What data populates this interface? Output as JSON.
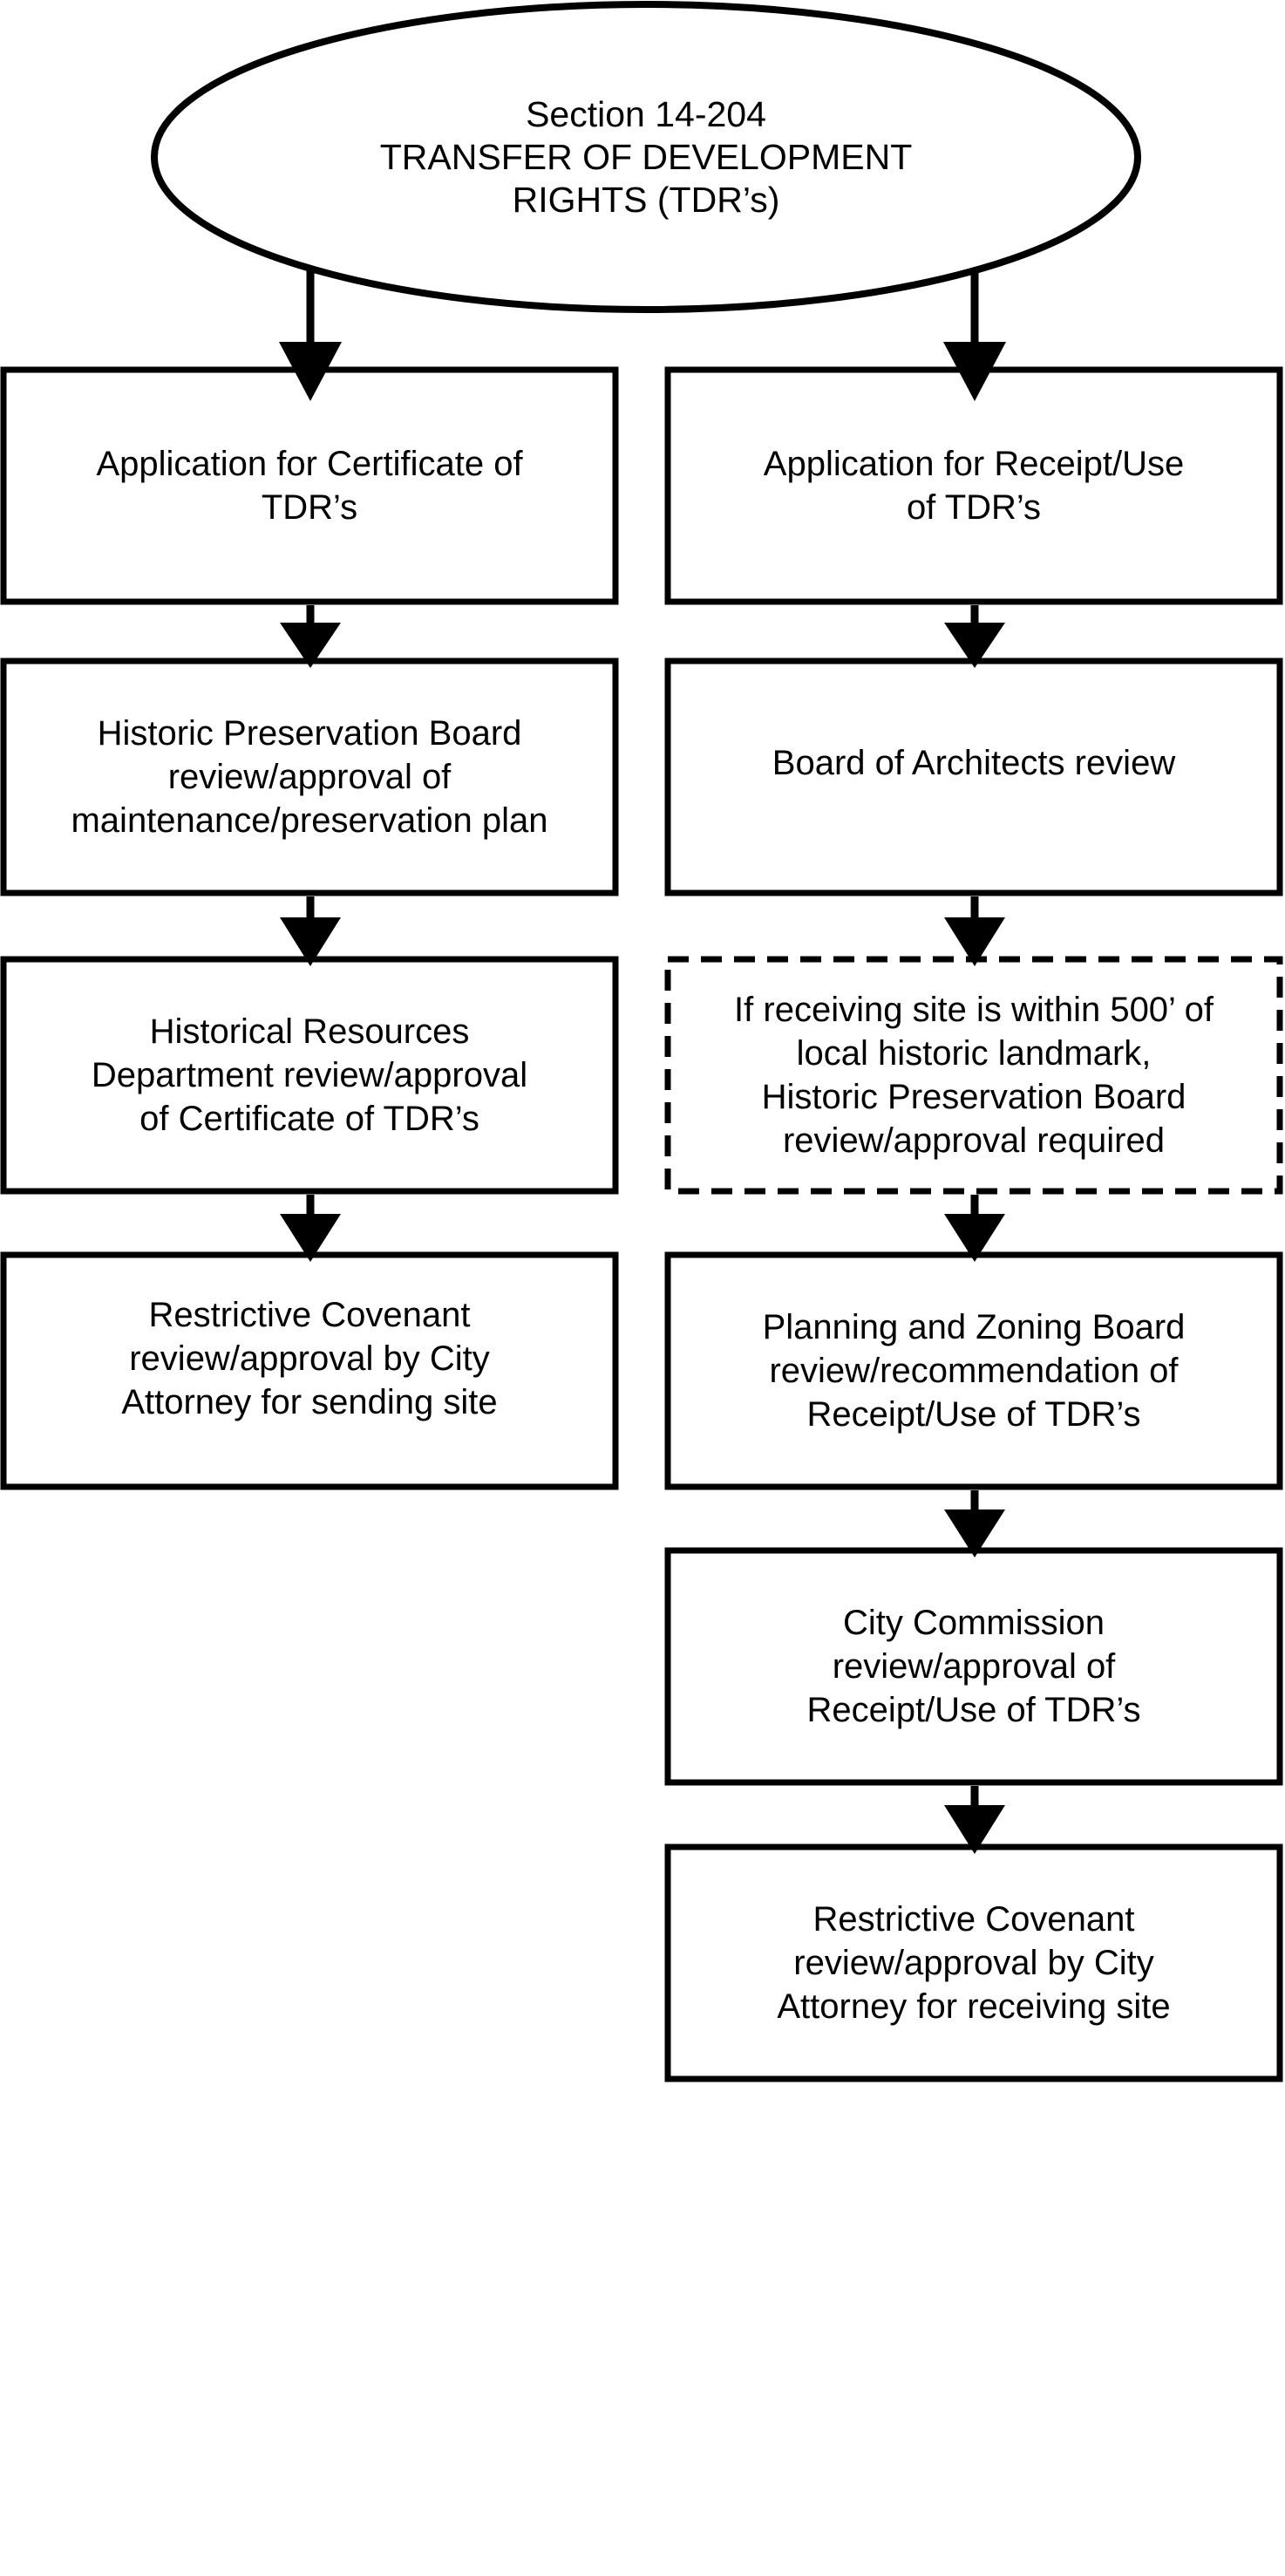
{
  "header": {
    "title": "Section 14-204\nTRANSFER OF DEVELOPMENT\nRIGHTS (TDR’s)"
  },
  "sending_path": [
    {
      "label": "Application for Certificate of\nTDR’s"
    },
    {
      "label": "Historic Preservation Board\nreview/approval of\nmaintenance/preservation plan"
    },
    {
      "label": "Historical Resources\nDepartment review/approval\nof Certificate of TDR’s"
    },
    {
      "label": "Restrictive Covenant\nreview/approval by City\nAttorney for sending site"
    }
  ],
  "receiving_path": [
    {
      "label": "Application for Receipt/Use\nof TDR’s"
    },
    {
      "label": "Board of Architects review"
    },
    {
      "label": "If receiving site is within 500’ of\nlocal historic landmark,\nHistoric Preservation Board\nreview/approval required",
      "conditional": true
    },
    {
      "label": "Planning and Zoning Board\nreview/recommendation of\nReceipt/Use of TDR’s"
    },
    {
      "label": "City Commission\nreview/approval of\nReceipt/Use of TDR’s"
    },
    {
      "label": "Restrictive Covenant\nreview/approval by City\nAttorney for receiving site"
    }
  ],
  "colors": {
    "stroke": "#000000",
    "background": "#ffffff"
  }
}
